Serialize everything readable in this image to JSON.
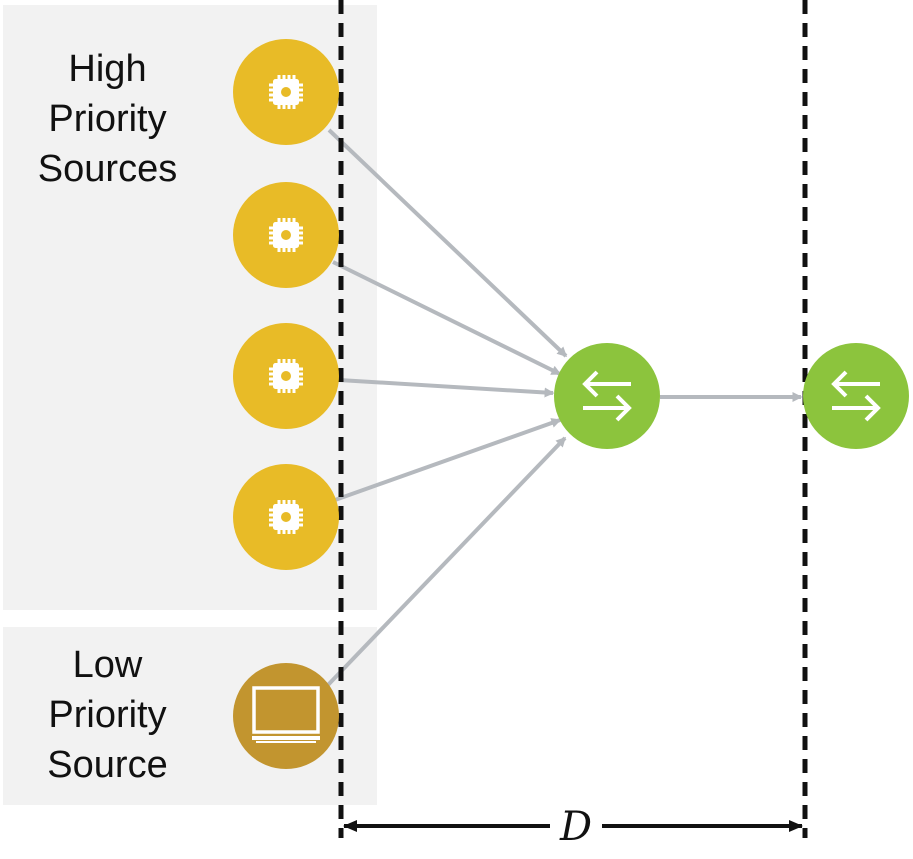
{
  "groups": {
    "high_priority": {
      "label": "High\nPriority\nSources"
    },
    "low_priority": {
      "label": "Low\nPriority\nSource"
    }
  },
  "distance_label": "D",
  "nodes": {
    "high_sources": [
      {
        "icon": "chip-icon"
      },
      {
        "icon": "chip-icon"
      },
      {
        "icon": "chip-icon"
      },
      {
        "icon": "chip-icon"
      }
    ],
    "low_source": {
      "icon": "monitor-icon"
    },
    "switches": [
      {
        "icon": "switch-arrows-icon"
      },
      {
        "icon": "switch-arrows-icon"
      }
    ]
  },
  "colors": {
    "high_source": "#E8BB27",
    "low_source": "#C2952F",
    "switch": "#8CC43D",
    "edge": "#B5B9BE",
    "panel": "#F2F2F2",
    "boundary": "#111111"
  }
}
